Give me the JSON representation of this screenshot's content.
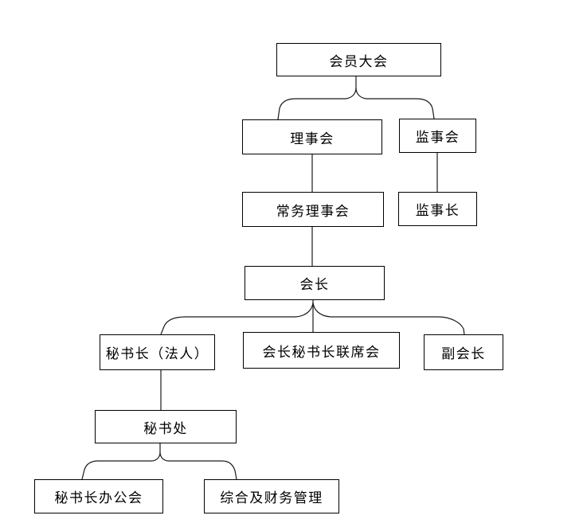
{
  "diagram": {
    "type": "org-chart",
    "background_color": "#ffffff",
    "line_color": "#1a1a1a",
    "box_border_color": "#000000",
    "text_color": "#000000",
    "nodes": [
      {
        "id": "member-congress",
        "label": "会员大会",
        "parent": null
      },
      {
        "id": "council",
        "label": "理事会",
        "parent": "member-congress"
      },
      {
        "id": "supervisory-board",
        "label": "监事会",
        "parent": "member-congress"
      },
      {
        "id": "standing-council",
        "label": "常务理事会",
        "parent": "council"
      },
      {
        "id": "chief-supervisor",
        "label": "监事长",
        "parent": "supervisory-board"
      },
      {
        "id": "president",
        "label": "会长",
        "parent": "standing-council"
      },
      {
        "id": "secretary-general",
        "label": "秘书长（法人）",
        "parent": "president"
      },
      {
        "id": "joint-meeting",
        "label": "会长秘书长联席会",
        "parent": "president"
      },
      {
        "id": "vice-president",
        "label": "副会长",
        "parent": "president"
      },
      {
        "id": "secretariat",
        "label": "秘书处",
        "parent": "secretary-general"
      },
      {
        "id": "sg-office-meeting",
        "label": "秘书长办公会",
        "parent": "secretariat"
      },
      {
        "id": "general-finance-mgmt",
        "label": "综合及财务管理",
        "parent": "secretariat"
      }
    ],
    "edges": [
      [
        "member-congress",
        "council"
      ],
      [
        "member-congress",
        "supervisory-board"
      ],
      [
        "council",
        "standing-council"
      ],
      [
        "supervisory-board",
        "chief-supervisor"
      ],
      [
        "standing-council",
        "president"
      ],
      [
        "president",
        "secretary-general"
      ],
      [
        "president",
        "joint-meeting"
      ],
      [
        "president",
        "vice-president"
      ],
      [
        "secretary-general",
        "secretariat"
      ],
      [
        "secretariat",
        "sg-office-meeting"
      ],
      [
        "secretariat",
        "general-finance-mgmt"
      ]
    ]
  }
}
